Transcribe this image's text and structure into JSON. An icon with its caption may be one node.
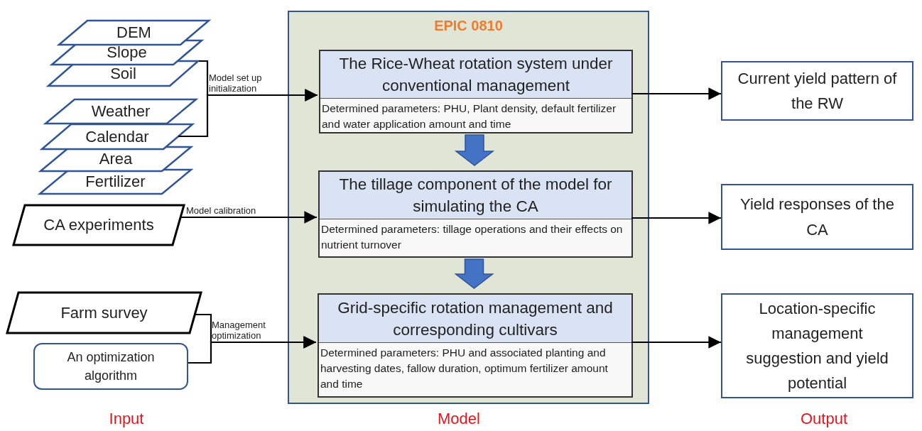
{
  "diagram": {
    "nodes": [
      {
        "text": [
          "DEM"
        ]
      },
      {
        "text": [
          "Slope"
        ]
      },
      {
        "text": [
          "Soil"
        ]
      },
      {
        "text": [
          "Weather"
        ]
      },
      {
        "text": [
          "Calendar"
        ]
      },
      {
        "text": [
          "Area"
        ]
      },
      {
        "text": [
          "Fertilizer"
        ]
      },
      {
        "text": [
          "CA experiments"
        ]
      },
      {
        "text": [
          "Farm survey"
        ]
      },
      {
        "text": [
          "An optimization algorithm"
        ]
      },
      {
        "text": [
          "EPIC 0810"
        ]
      },
      {
        "text": [
          "The Rice-Wheat rotation system under conventional management",
          "Determined parameters: PHU, Plant density, default fertilizer and water application amount and time"
        ],
        "in": 10
      },
      {
        "text": [
          "The tillage component of the model for simulating the CA",
          "Determined parameters: tillage operations and their effects on nutrient turnover"
        ],
        "in": 10
      },
      {
        "text": [
          "Grid-specific rotation management and corresponding cultivars",
          "Determined parameters: PHU and associated planting and harvesting dates, fallow duration, optimum fertilizer amount and time"
        ],
        "in": 10
      },
      {
        "text": [
          "Current yield pattern of the RW"
        ]
      },
      {
        "text": [
          "Yield responses of the CA"
        ]
      },
      {
        "text": [
          "Location-specific management suggestion and yield potential"
        ]
      }
    ],
    "edges": [
      {
        "from": 2,
        "to": 11,
        "arrow": "to",
        "label": "Model set up initialization"
      },
      {
        "from": 4,
        "to": 11,
        "arrow": "to"
      },
      {
        "from": 7,
        "to": 12,
        "arrow": "to",
        "label": "Model calibration"
      },
      {
        "from": 8,
        "to": 13,
        "arrow": "to",
        "label": "Management optimization"
      },
      {
        "from": 9,
        "to": 13,
        "arrow": "to"
      },
      {
        "from": 11,
        "to": 12,
        "arrow": "to",
        "style": "thick",
        "color": "#4472c4"
      },
      {
        "from": 12,
        "to": 13,
        "arrow": "to",
        "style": "thick",
        "color": "#4472c4"
      },
      {
        "from": 11,
        "to": 14,
        "arrow": "to"
      },
      {
        "from": 12,
        "to": 15,
        "arrow": "to"
      },
      {
        "from": 13,
        "to": 16,
        "arrow": "to"
      }
    ],
    "labels": [
      "Input",
      "Model",
      "Output"
    ]
  }
}
